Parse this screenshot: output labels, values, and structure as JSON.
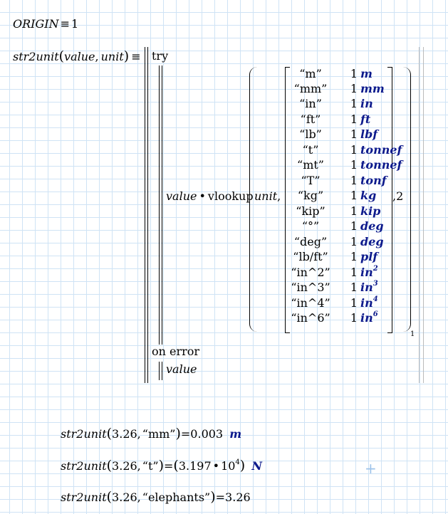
{
  "origin": {
    "lhs": "ORIGIN",
    "op": "≡",
    "rhs": "1"
  },
  "def": {
    "fname": "str2unit",
    "params": [
      "value",
      "unit"
    ],
    "op": "≡",
    "try_kw": "try",
    "call_var": "value",
    "dot": "•",
    "vlookup": "vlookup",
    "lookup_arg": "unit",
    "col_arg": "2",
    "subscript": "1",
    "on_error_kw": "on error",
    "error_value": "value",
    "table": [
      {
        "key": "“m”",
        "num": "1",
        "unit": "m"
      },
      {
        "key": "“mm”",
        "num": "1",
        "unit": "mm"
      },
      {
        "key": "“in”",
        "num": "1",
        "unit": "in"
      },
      {
        "key": "“ft”",
        "num": "1",
        "unit": "ft"
      },
      {
        "key": "“lb”",
        "num": "1",
        "unit": "lbf"
      },
      {
        "key": "“t”",
        "num": "1",
        "unit": "tonnef"
      },
      {
        "key": "“mt”",
        "num": "1",
        "unit": "tonnef"
      },
      {
        "key": "“T”",
        "num": "1",
        "unit": "tonf"
      },
      {
        "key": "“kg”",
        "num": "1",
        "unit": "kg"
      },
      {
        "key": "“kip”",
        "num": "1",
        "unit": "kip"
      },
      {
        "key": "“°”",
        "num": "1",
        "unit": "deg"
      },
      {
        "key": "“deg”",
        "num": "1",
        "unit": "deg"
      },
      {
        "key": "“lb/ft”",
        "num": "1",
        "unit": "plf"
      },
      {
        "key": "“in^2”",
        "num": "1",
        "unit": "in",
        "pow": "2"
      },
      {
        "key": "“in^3”",
        "num": "1",
        "unit": "in",
        "pow": "3"
      },
      {
        "key": "“in^4”",
        "num": "1",
        "unit": "in",
        "pow": "4"
      },
      {
        "key": "“in^6”",
        "num": "1",
        "unit": "in",
        "pow": "6"
      }
    ]
  },
  "results": [
    {
      "fname": "str2unit",
      "arg1": "3.26",
      "arg2": "“mm”",
      "eq": "=",
      "value": "0.003",
      "unit": "m"
    },
    {
      "fname": "str2unit",
      "arg1": "3.26",
      "arg2": "“t”",
      "eq": "=",
      "mantissa": "3.197",
      "dot": "•",
      "base": "10",
      "exp": "4",
      "unit": "N"
    },
    {
      "fname": "str2unit",
      "arg1": "3.26",
      "arg2": "“elephants”",
      "eq": "=",
      "value": "3.26"
    }
  ],
  "colors": {
    "grid": "#cfe3f5",
    "unit": "#0d1a8c",
    "crosshair": "#9ec3ea"
  },
  "icons": [
    "crosshair-icon"
  ]
}
